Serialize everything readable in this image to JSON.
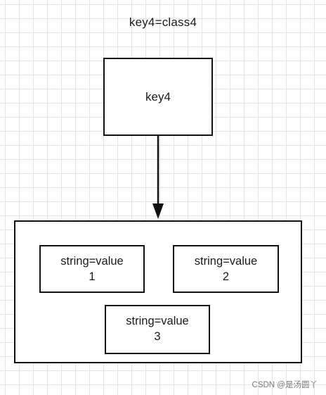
{
  "diagram": {
    "caption": "key4=class4",
    "key_label": "key4",
    "entries": [
      {
        "line1": "string=value",
        "line2": "1"
      },
      {
        "line1": "string=value",
        "line2": "2"
      },
      {
        "line1": "string=value",
        "line2": "3"
      }
    ]
  },
  "watermark": "CSDN @是汤圆丫"
}
